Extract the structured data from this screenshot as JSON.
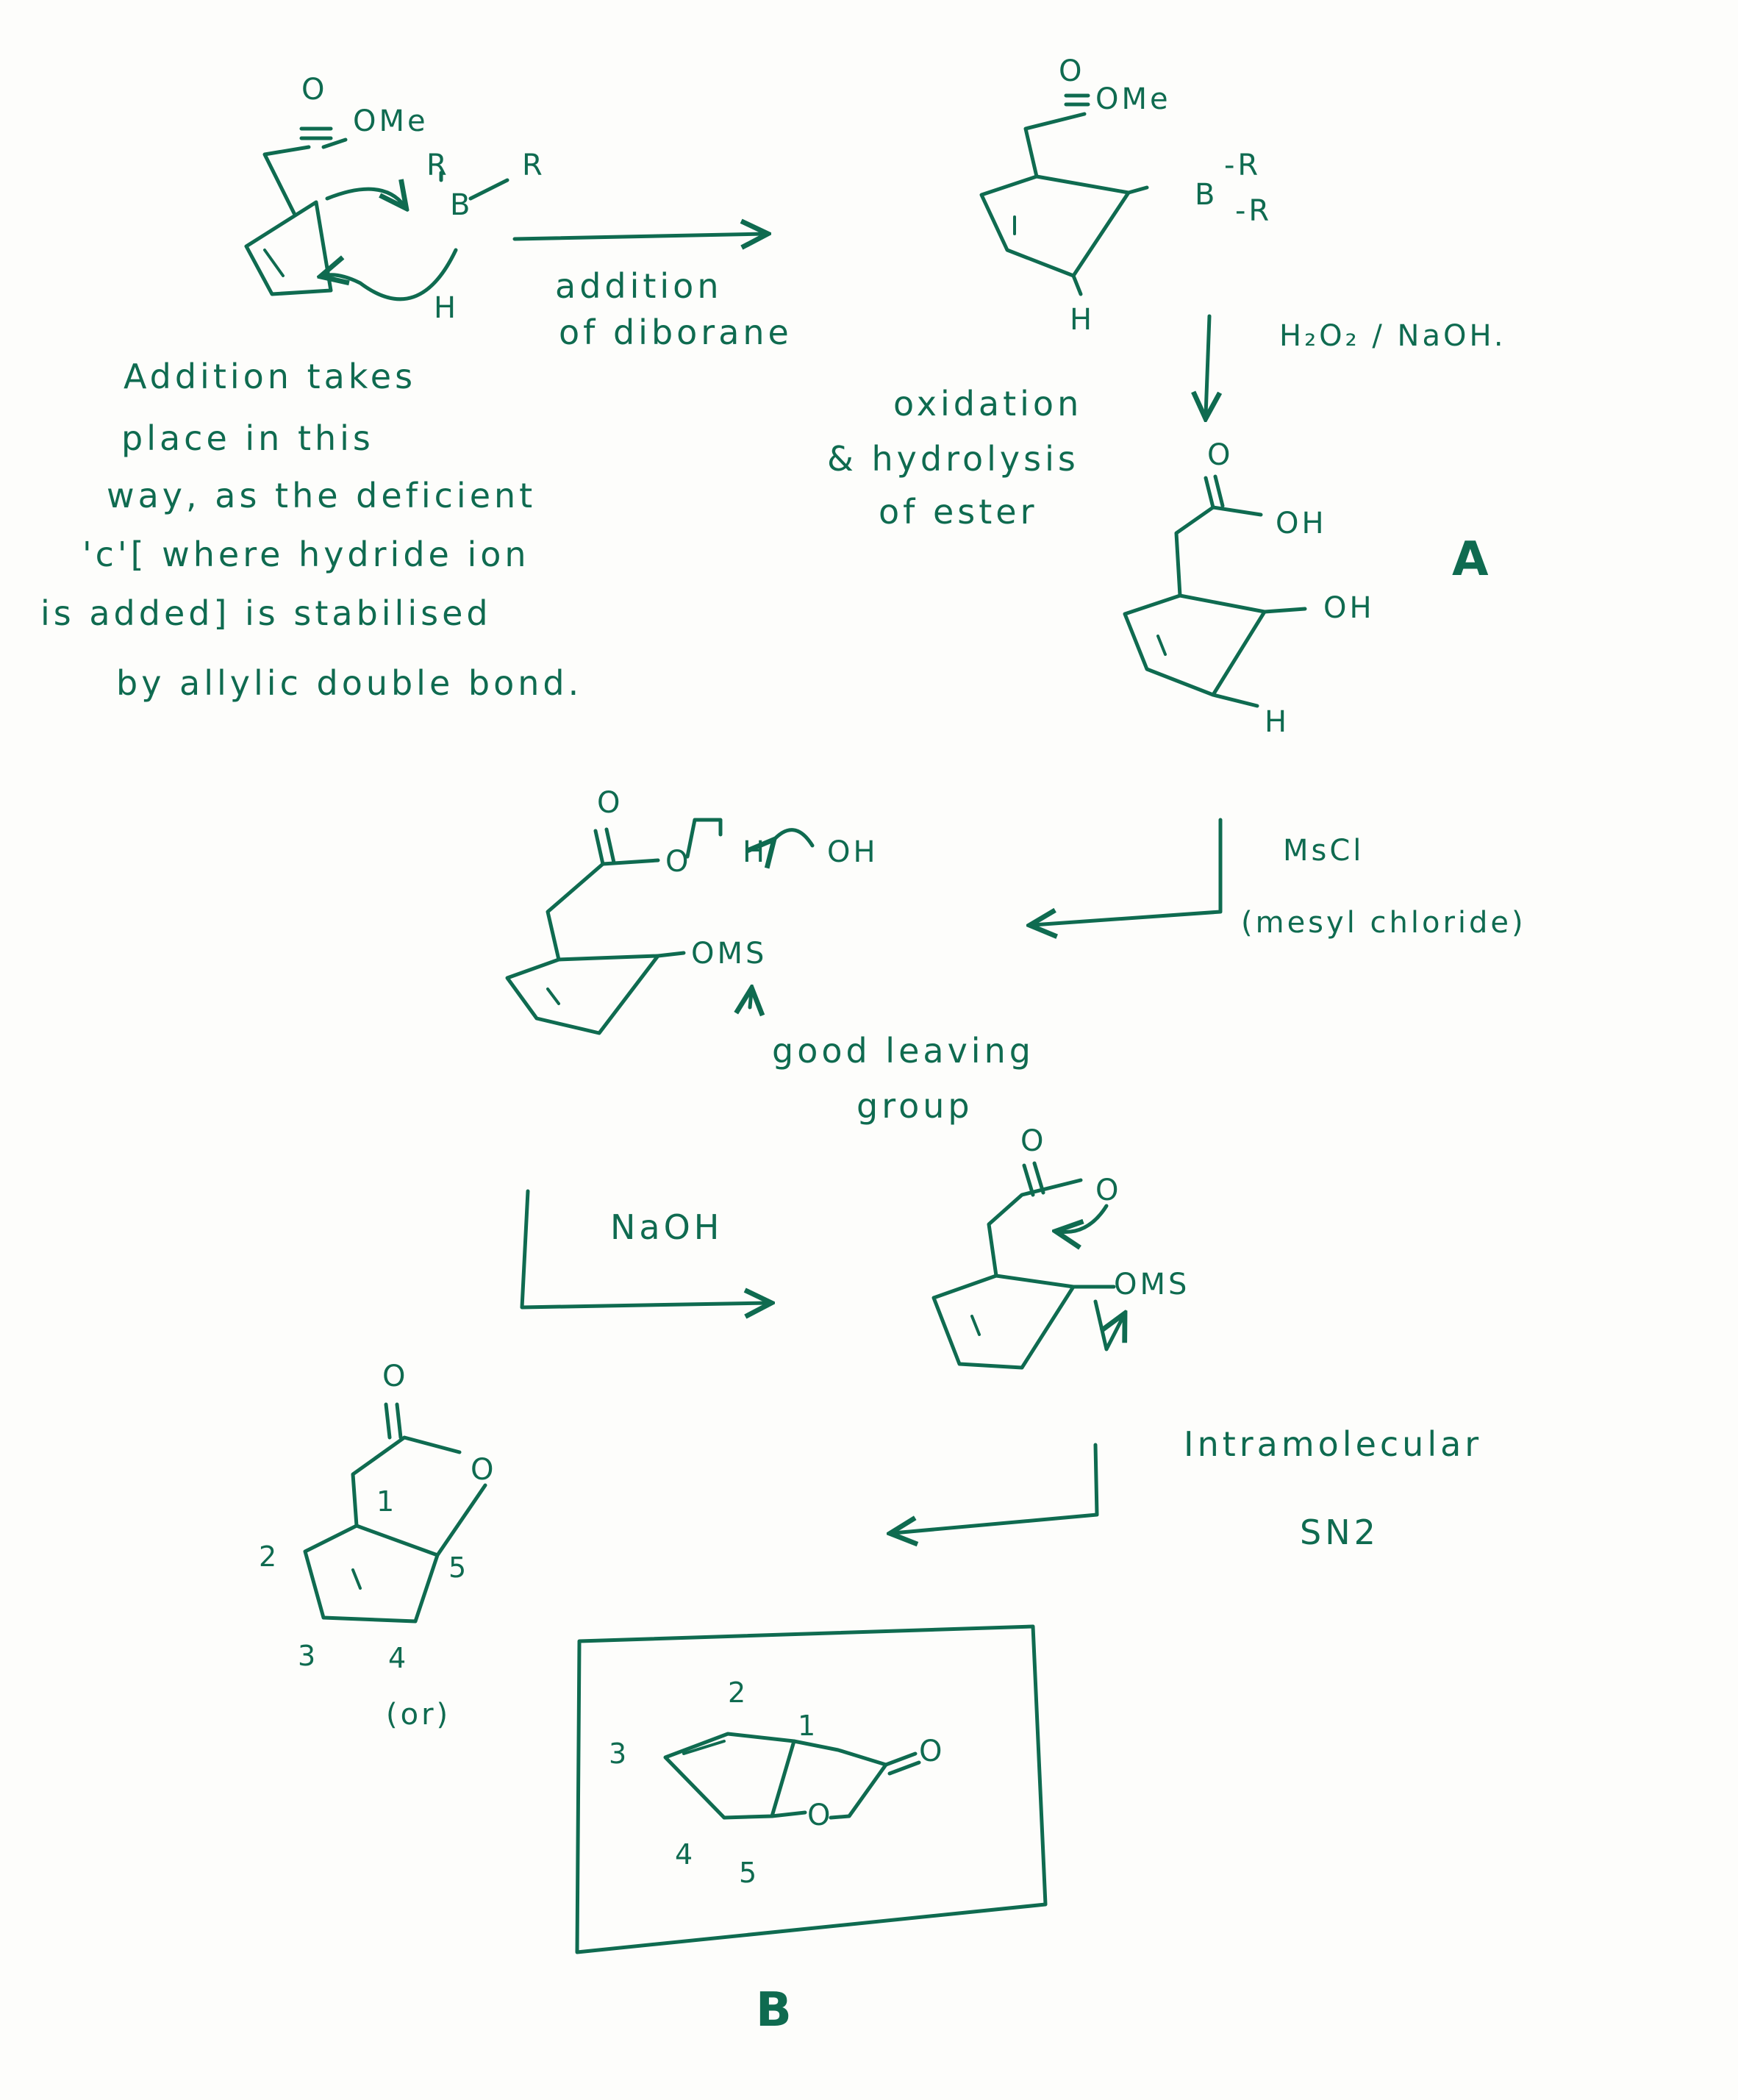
{
  "colors": {
    "ink": "#0f6b50",
    "paper": "#fdfdfb"
  },
  "reactant": {
    "carbonyl_o": "O",
    "ester_ome": "OMe",
    "borane_r1": "R",
    "borane_r2": "R",
    "borane_b": "B",
    "hydride_h": "H"
  },
  "step1": {
    "arrow_line1": "addition",
    "arrow_line2": "of diborane"
  },
  "regio_note": [
    "Addition takes",
    "place   in this",
    "way,  as  the  deficient",
    "'c'[ where  hydride  ion",
    "is added]  is  stabilised",
    "by   allylic  double  bond."
  ],
  "borane_adduct": {
    "carbonyl_o": "O",
    "ester_ome": "OMe",
    "boron": "B",
    "r1": "-R",
    "r2": "-R",
    "h": "H"
  },
  "step2": {
    "reagent": "H₂O₂ / NaOH.",
    "desc_line1": "oxidation",
    "desc_line2": "& hydrolysis",
    "desc_line3": "of ester"
  },
  "product_a": {
    "carbonyl_o": "O",
    "acid_oh": "OH",
    "ring_oh": "OH",
    "h": "H",
    "label": "A"
  },
  "step3": {
    "reagent_line1": "MsCl",
    "reagent_line2": "(mesyl chloride)"
  },
  "mesylate": {
    "carbonyl_o": "O",
    "o_atom": "O",
    "h": "H",
    "hydroxide": "OH",
    "oms": "OMS",
    "note_line1": "good leaving",
    "note_line2": "group"
  },
  "step4": {
    "reagent": "NaOH"
  },
  "carboxylate": {
    "carbonyl_o": "O",
    "oxide": "O",
    "oms": "OMS"
  },
  "step5": {
    "label_line1": "Intramolecular",
    "label_line2": "SN2"
  },
  "lactone_1": {
    "carbonyl_o": "O",
    "ring_o": "O",
    "n1": "1",
    "n2": "2",
    "n3": "3",
    "n4": "4",
    "n5": "5",
    "or_text": "(or)"
  },
  "lactone_2": {
    "carbonyl_o": "O",
    "ring_o": "O",
    "n1": "1",
    "n2": "2",
    "n3": "3",
    "n4": "4",
    "n5": "5",
    "label": "B"
  }
}
